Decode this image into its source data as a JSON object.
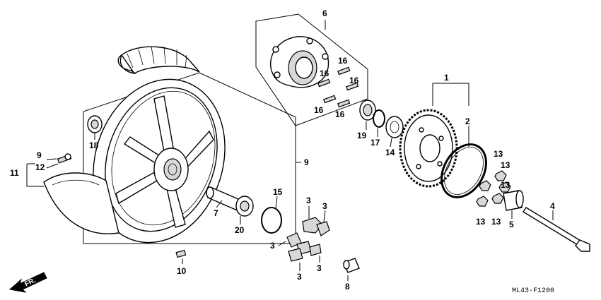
{
  "callouts": {
    "c1": "1",
    "c2": "2",
    "c3a": "3",
    "c3b": "3",
    "c3c": "3",
    "c3d": "3",
    "c3e": "3",
    "c4": "4",
    "c5": "5",
    "c6": "6",
    "c7": "7",
    "c8": "8",
    "c9a": "9",
    "c9b": "9",
    "c10": "10",
    "c11": "11",
    "c12": "12",
    "c13a": "13",
    "c13b": "13",
    "c13c": "13",
    "c13d": "13",
    "c13e": "13",
    "c14": "14",
    "c15": "15",
    "c16a": "16",
    "c16b": "16",
    "c16c": "16",
    "c16d": "16",
    "c16e": "16",
    "c17": "17",
    "c18": "18",
    "c19": "19",
    "c20": "20"
  },
  "diagram_code": "ML43-F1200",
  "direction_label": "FR."
}
